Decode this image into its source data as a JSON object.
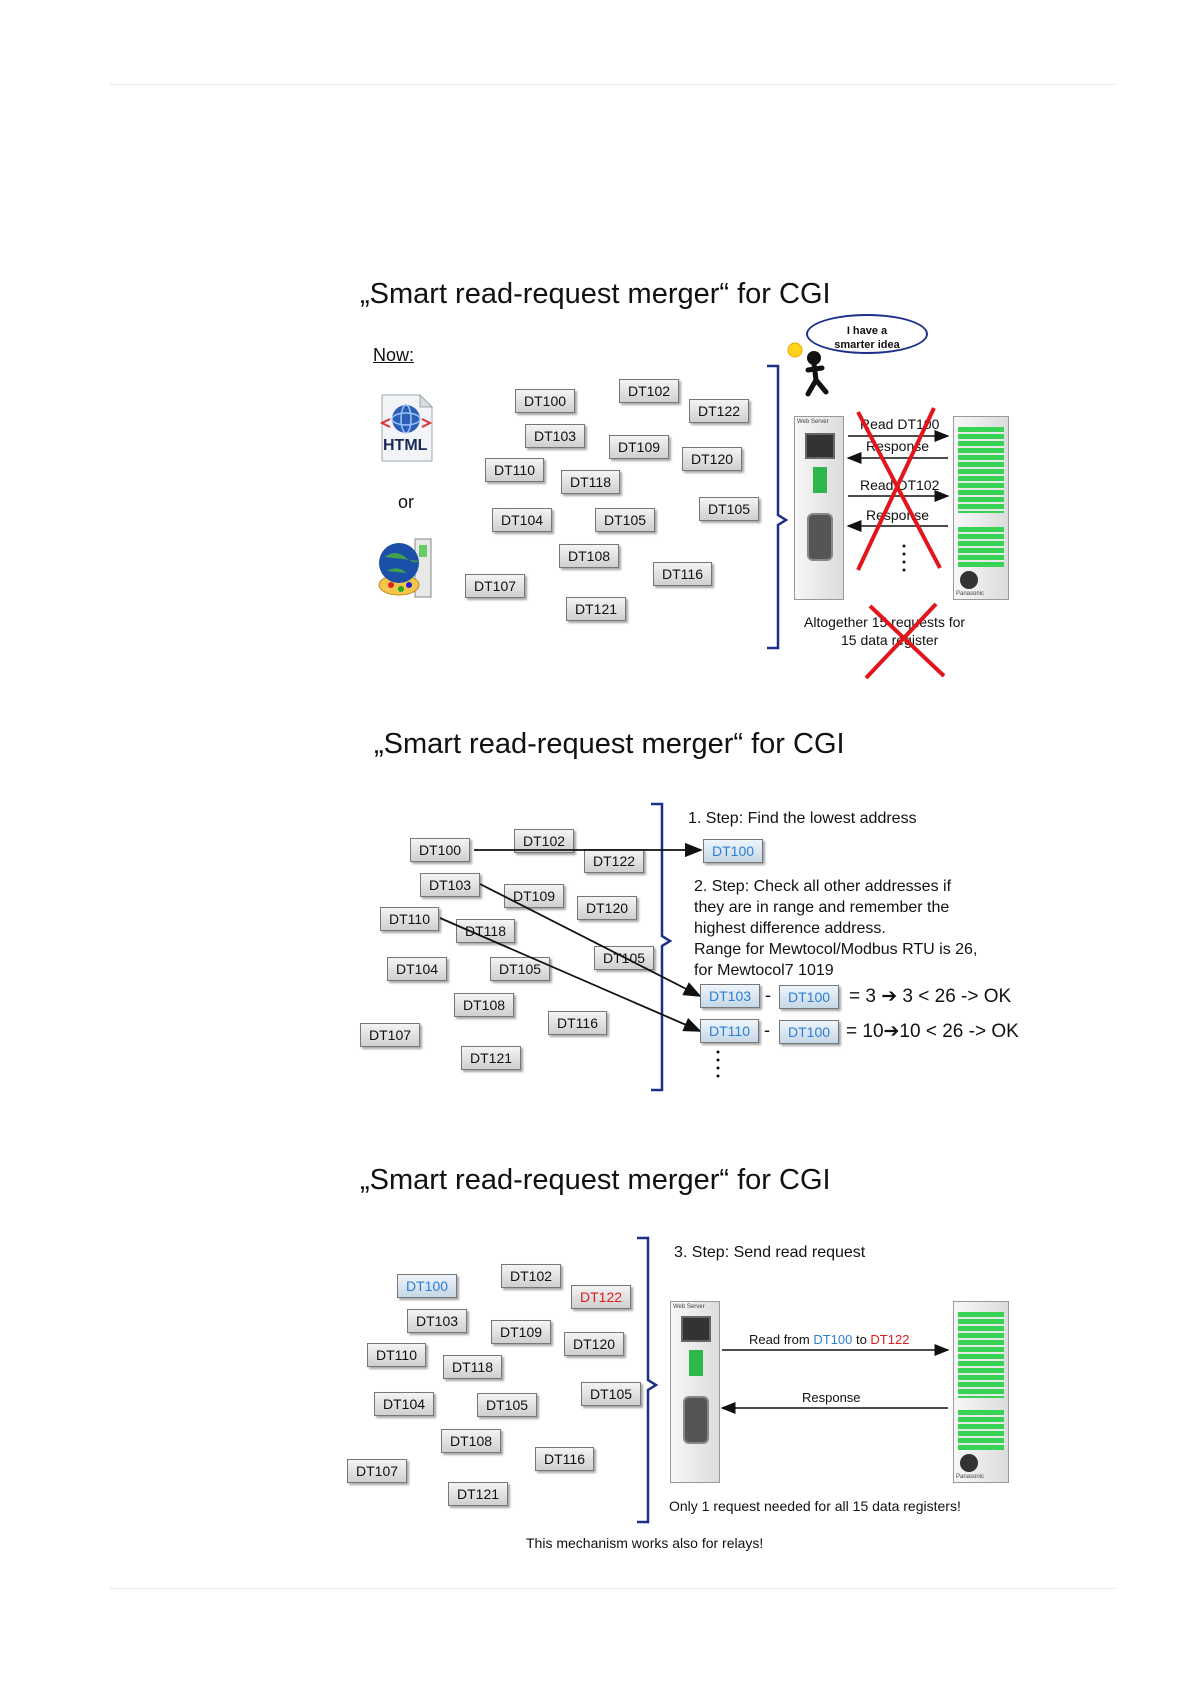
{
  "slides": [
    {
      "title": "„Smart read-request merger“ for CGI",
      "now_label": "Now:",
      "html_icon_label": "HTML",
      "or_label": "or",
      "bubble_text": [
        "I have a",
        "smarter idea"
      ],
      "registers": [
        "DT100",
        "DT102",
        "DT122",
        "DT103",
        "DT109",
        "DT120",
        "DT110",
        "DT118",
        "DT104",
        "DT105",
        "DT105",
        "DT108",
        "DT116",
        "DT107",
        "DT121"
      ],
      "flow": [
        "Read DT100",
        "Response",
        "Read DT102",
        "Response"
      ],
      "footer": [
        "Altogether 15 requests for",
        "15 data register"
      ],
      "device_labels": {
        "web_server": "Web Server",
        "brand": "Panasonic"
      }
    },
    {
      "title": "„Smart read-request merger“ for CGI",
      "registers": [
        "DT100",
        "DT102",
        "DT122",
        "DT103",
        "DT109",
        "DT120",
        "DT110",
        "DT118",
        "DT104",
        "DT105",
        "DT105",
        "DT108",
        "DT116",
        "DT107",
        "DT121"
      ],
      "step1": "1. Step: Find the lowest address",
      "step1_result": "DT100",
      "step2_lines": [
        "2. Step: Check all other addresses if",
        "they are in range and remember the",
        "highest difference address.",
        "Range for Mewtocol/Modbus RTU is 26,",
        "for Mewtocol7  1019"
      ],
      "calc1": {
        "a": "DT103",
        "minus": "-",
        "b": "DT100",
        "result": "= 3 ➔ 3 < 26 -> OK"
      },
      "calc2": {
        "a": "DT110",
        "minus": "-",
        "b": "DT100",
        "result": "= 10➔10 < 26 -> OK"
      }
    },
    {
      "title": "„Smart read-request merger“ for CGI",
      "registers": [
        "DT100",
        "DT102",
        "DT122",
        "DT103",
        "DT109",
        "DT120",
        "DT110",
        "DT118",
        "DT104",
        "DT105",
        "DT105",
        "DT108",
        "DT116",
        "DT107",
        "DT121"
      ],
      "step3": "3. Step: Send read request",
      "read_prefix": "Read from ",
      "read_from": "DT100",
      "read_to_word": " to ",
      "read_to": "DT122",
      "response": "Response",
      "only_text": "Only  1 request needed for all 15 data registers!",
      "bottom_note": "This mechanism  works also for relays!",
      "device_labels": {
        "web_server": "Web Server",
        "brand": "Panasonic"
      }
    }
  ],
  "colors": {
    "blue_register": "#2b7fd4",
    "red_register": "#e01b1b",
    "cross": "#e3141b",
    "brace": "#1c2f8a",
    "plc_green": "#39d353"
  }
}
